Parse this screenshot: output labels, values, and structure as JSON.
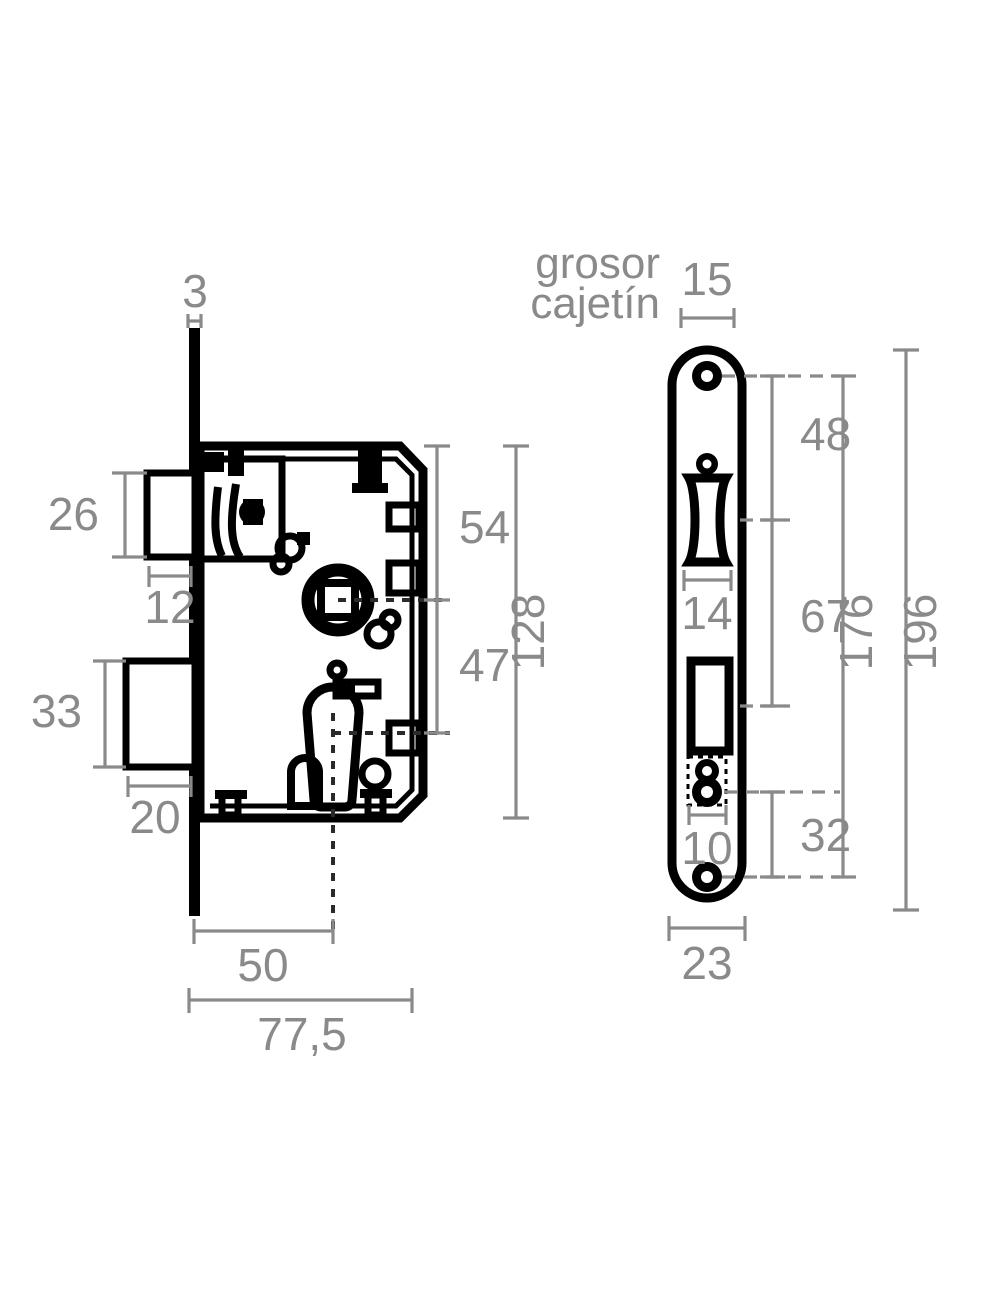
{
  "drawing": {
    "title": "Mortise lock technical dimension drawing",
    "units": "mm",
    "colors": {
      "line": "#000000",
      "dimension": "#8a8a8a",
      "background": "#ffffff"
    },
    "notes": {
      "grosor": "grosor",
      "cajetin": "cajetín"
    },
    "views": {
      "side": {
        "name": "side-section-view",
        "dimensions": {
          "faceplate_thickness": "3",
          "latch_height": "26",
          "latch_projection": "12",
          "deadbolt_height": "33",
          "deadbolt_projection": "20",
          "backset": "50",
          "total_depth": "77,5",
          "spindle_to_top": "54",
          "spindle_to_cylinder": "47",
          "case_height": "128"
        }
      },
      "front": {
        "name": "faceplate-front-view",
        "dimensions": {
          "case_thickness": "15",
          "latch_width": "14",
          "deadbolt_width": "10",
          "faceplate_width": "23",
          "screw_to_latch": "48",
          "latch_to_deadbolt": "67",
          "deadbolt_to_screw": "32",
          "hole_centres": "176",
          "faceplate_length": "196"
        }
      }
    }
  }
}
